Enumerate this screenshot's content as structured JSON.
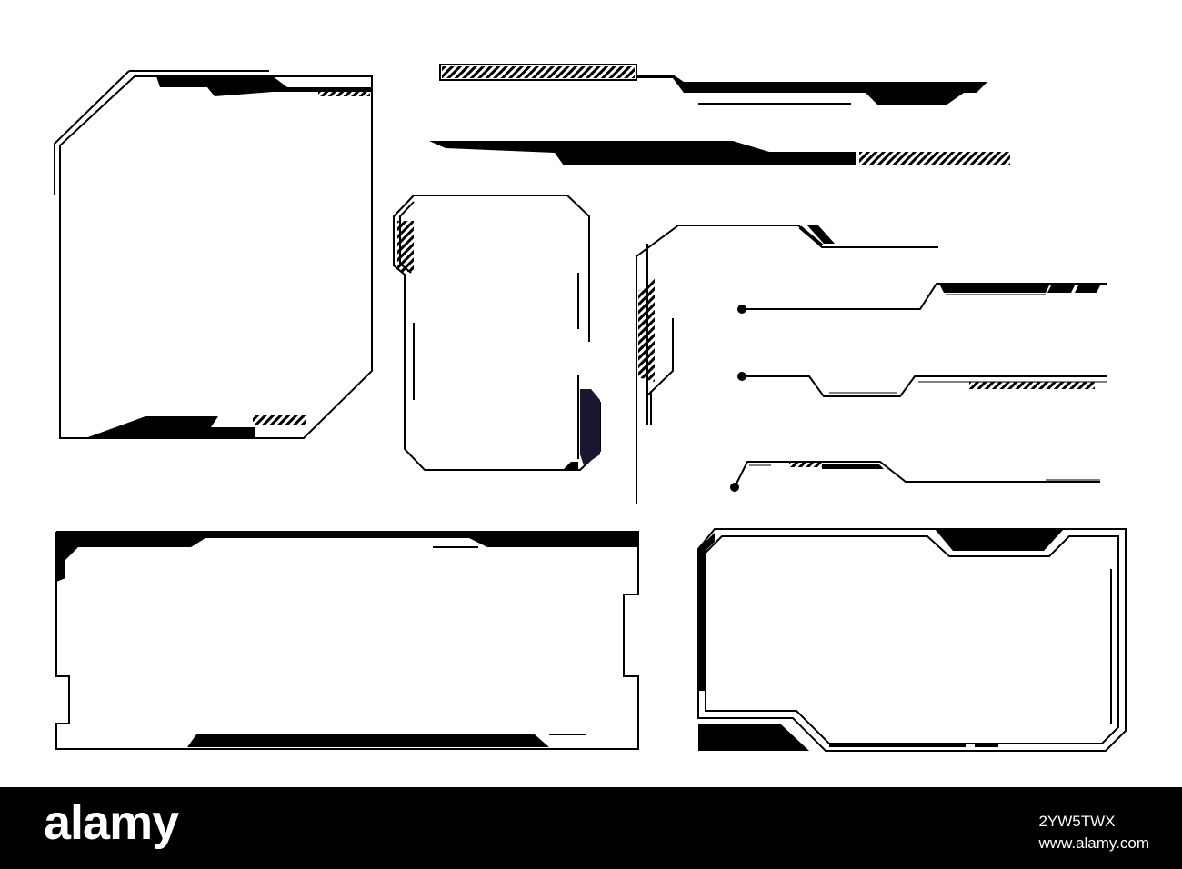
{
  "colors": {
    "background": "#ffffff",
    "stroke": "#000000",
    "accent": "#1c1530",
    "footer": "#000000",
    "footer_text": "#ffffff"
  },
  "footer": {
    "logo": "alamy",
    "image_id": "2YW5TWX",
    "site": "www.alamy.com"
  }
}
